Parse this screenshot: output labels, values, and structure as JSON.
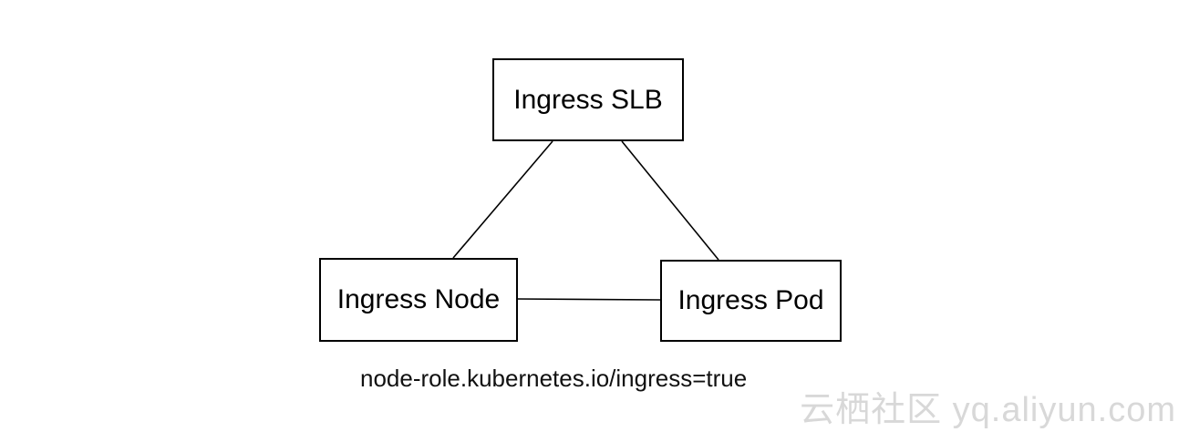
{
  "nodes": {
    "slb": {
      "label": "Ingress SLB"
    },
    "node": {
      "label": "Ingress Node"
    },
    "pod": {
      "label": "Ingress Pod"
    }
  },
  "caption": "node-role.kubernetes.io/ingress=true",
  "watermark": "云栖社区 yq.aliyun.com",
  "colors": {
    "line": "#000000",
    "watermark": "#d8d8d8"
  }
}
